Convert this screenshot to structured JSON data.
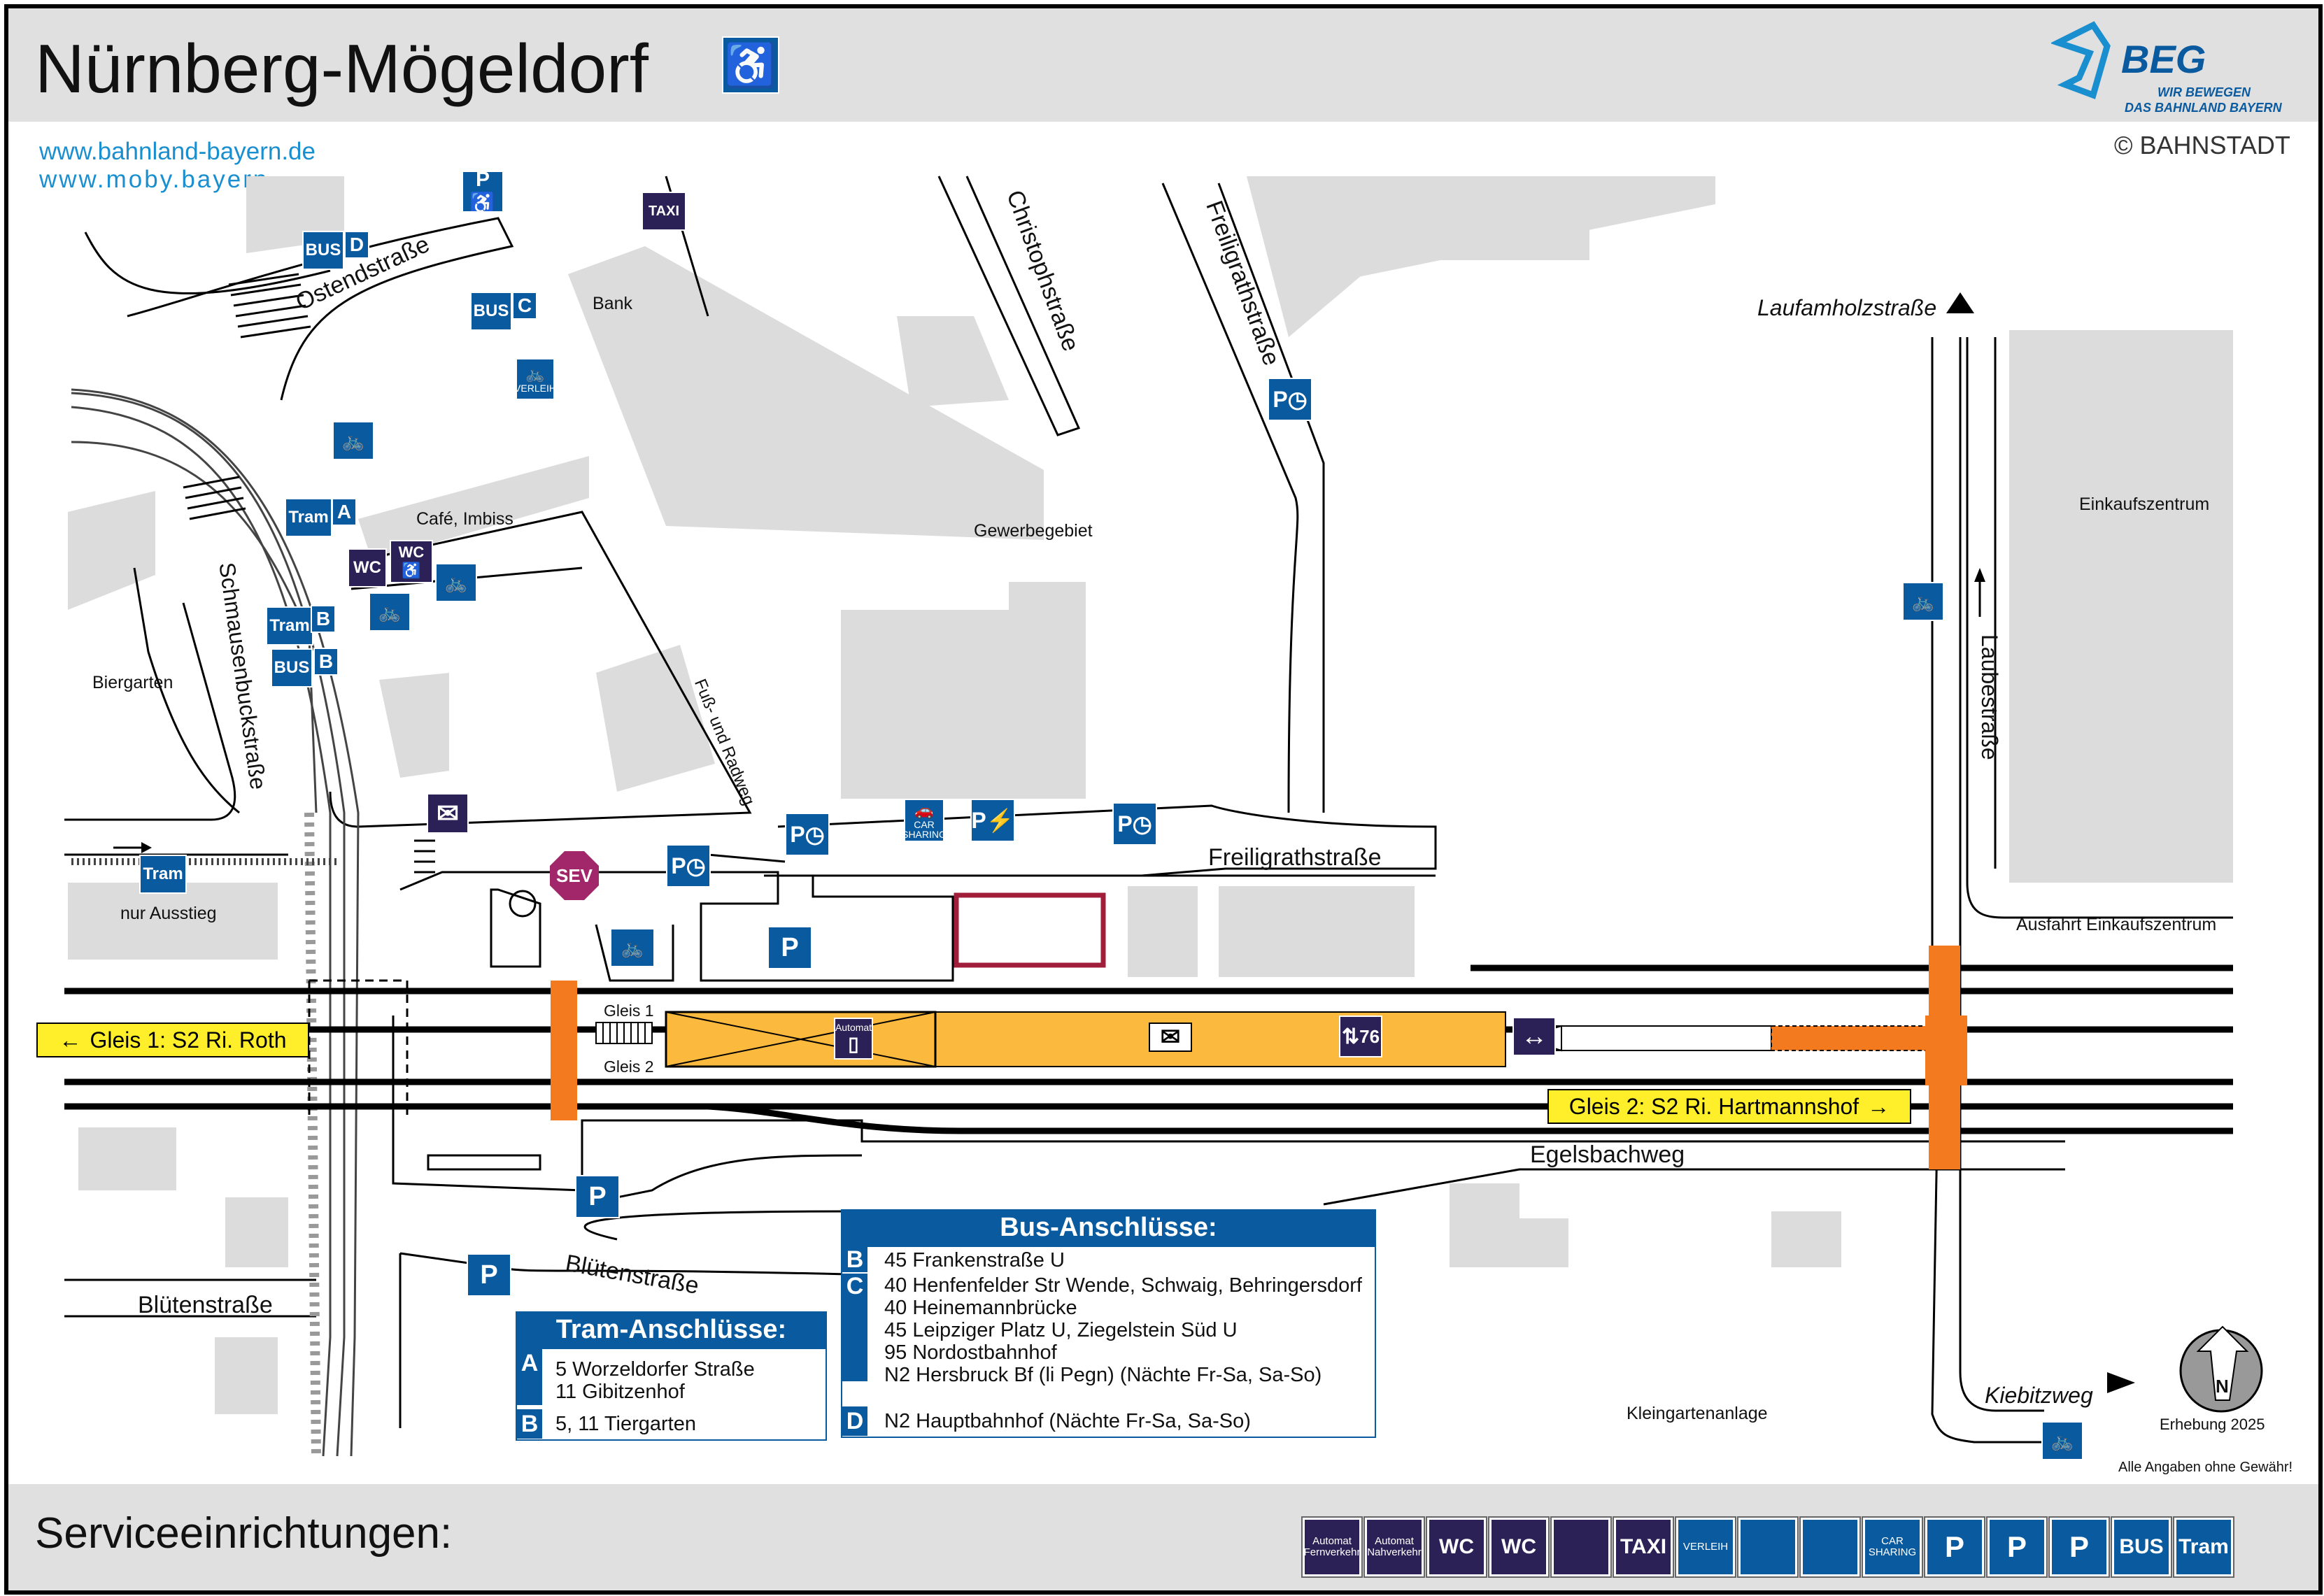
{
  "header": {
    "title": "Nürnberg-Mögeldorf",
    "logo_text": "BEG",
    "logo_sub1": "WIR BEWEGEN",
    "logo_sub2": "DAS BAHNLAND BAYERN",
    "copyright": "© BAHNSTADT",
    "links": [
      "www.bahnland-bayern.de",
      "www.moby.bayern"
    ]
  },
  "labels": {
    "ostendstrasse": "Ostendstraße",
    "christophstrasse": "Christophstraße",
    "freiligrathstrasse_v": "Freiligrathstraße",
    "freiligrathstrasse_h": "Freiligrathstraße",
    "laufamholzstrasse": "Laufamholzstraße",
    "einkaufszentrum": "Einkaufszentrum",
    "laubestrasse": "Laubestraße",
    "ausfahrt": "Ausfahrt Einkaufszentrum",
    "bank": "Bank",
    "cafe": "Café, Imbiss",
    "gewerbegebiet": "Gewerbegebiet",
    "biergarten": "Biergarten",
    "schmausenbuck": "Schmausenbuckstraße",
    "fuss_radweg": "Fuß- und Radweg",
    "nur_ausstieg": "nur Ausstieg",
    "egelsbachweg": "Egelsbachweg",
    "bluetenstrasse_left": "Blütenstraße",
    "bluetenstrasse_mid": "Blütenstraße",
    "kiebitzweg": "Kiebitzweg",
    "kleingarten": "Kleingartenanlage",
    "erhebung": "Erhebung 2025",
    "ohne_gewaehr": "Alle Angaben ohne Gewähr!",
    "gleis1_small": "Gleis 1",
    "gleis2_small": "Gleis 2",
    "north": "N"
  },
  "gleis": {
    "left": "Gleis 1: S2 Ri. Roth",
    "right": "Gleis 2: S2 Ri. Hartmannshof",
    "left_arrow": "←",
    "right_arrow": "→"
  },
  "symbols": {
    "taxi": "TAXI",
    "bus": "BUS",
    "tram": "Tram",
    "wc": "WC",
    "p": "P",
    "sev": "SEV",
    "verleih": "VERLEIH",
    "car": "CAR",
    "sharing": "SHARING",
    "automat": "Automat",
    "lift": "76",
    "letters": [
      "A",
      "B",
      "C",
      "D"
    ]
  },
  "bus_panel": {
    "title": "Bus-Anschlüsse:",
    "rows": [
      {
        "badge": "B",
        "lines": [
          "45 Frankenstraße U"
        ]
      },
      {
        "badge": "C",
        "lines": [
          "40 Henfenfelder Str Wende, Schwaig, Behringersdorf",
          "40 Heinemannbrücke",
          "45 Leipziger Platz U, Ziegelstein Süd U",
          "95 Nordostbahnhof",
          "N2 Hersbruck Bf (li Pegn) (Nächte Fr-Sa, Sa-So)"
        ]
      },
      {
        "badge": "D",
        "lines": [
          "N2 Hauptbahnhof (Nächte Fr-Sa, Sa-So)"
        ]
      }
    ]
  },
  "tram_panel": {
    "title": "Tram-Anschlüsse:",
    "rows": [
      {
        "badge": "A",
        "lines": [
          "5 Worzeldorfer Straße",
          "11 Gibitzenhof"
        ]
      },
      {
        "badge": "B",
        "lines": [
          "5, 11 Tiergarten"
        ]
      }
    ]
  },
  "footer": {
    "title": "Serviceeinrichtungen:",
    "icons": [
      {
        "name": "ticket-machine-long-distance-icon",
        "top": "Automat",
        "bottom": "Fernverkehr",
        "dark": true
      },
      {
        "name": "ticket-machine-regional-icon",
        "top": "Automat",
        "bottom": "Nahverkehr",
        "dark": true
      },
      {
        "name": "accessible-wc-icon",
        "top": "",
        "bottom": "WC",
        "dark": true
      },
      {
        "name": "wc-icon",
        "top": "",
        "bottom": "WC",
        "dark": true
      },
      {
        "name": "mail-icon",
        "top": "",
        "bottom": "",
        "dark": true
      },
      {
        "name": "taxi-icon",
        "top": "",
        "bottom": "TAXI",
        "dark": true
      },
      {
        "name": "bike-rental-icon",
        "top": "",
        "bottom": "VERLEIH",
        "dark": false
      },
      {
        "name": "bike-box-icon",
        "top": "",
        "bottom": "",
        "dark": false
      },
      {
        "name": "bike-parking-icon",
        "top": "",
        "bottom": "",
        "dark": false
      },
      {
        "name": "car-sharing-icon",
        "top": "CAR",
        "bottom": "SHARING",
        "dark": false
      },
      {
        "name": "parking-icon",
        "top": "",
        "bottom": "P",
        "dark": false
      },
      {
        "name": "short-term-parking-icon",
        "top": "",
        "bottom": "P",
        "dark": false
      },
      {
        "name": "ev-charging-parking-icon",
        "top": "",
        "bottom": "P",
        "dark": false
      },
      {
        "name": "bus-icon",
        "top": "",
        "bottom": "BUS",
        "dark": false
      },
      {
        "name": "tram-icon",
        "top": "",
        "bottom": "Tram",
        "dark": false
      }
    ]
  },
  "colors": {
    "blue": "#0a5aa0",
    "dark": "#2b2156",
    "orange": "#f47a20",
    "platform": "#fbb93d",
    "building": "#dcdcdc",
    "gleis": "#ffef2b",
    "sev": "#a1266a"
  }
}
